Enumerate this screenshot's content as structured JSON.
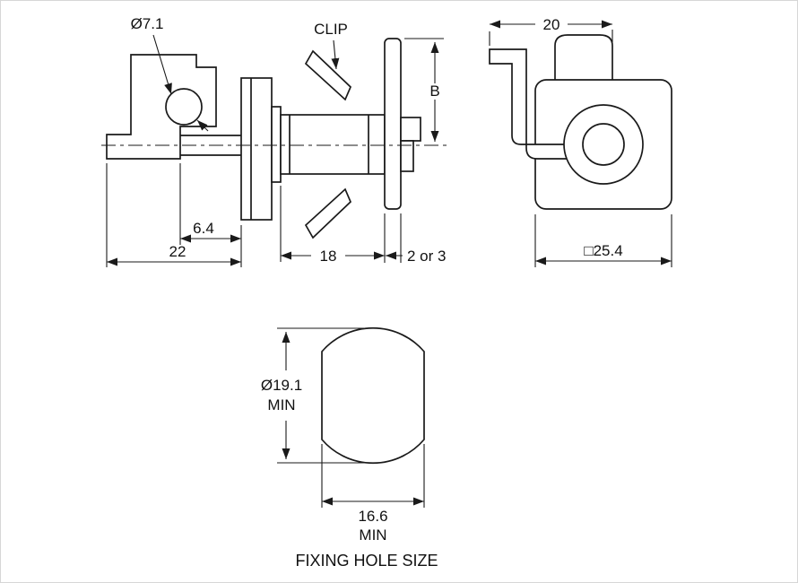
{
  "colors": {
    "line": "#1a1a1a",
    "background": "#ffffff"
  },
  "side_view": {
    "hole_diameter": "Ø7.1",
    "clip": "CLIP",
    "cam_height": "B",
    "dim_plate_gap": "6.4",
    "dim_overall": "22",
    "dim_barrel": "18",
    "dim_cam_thickness": "2 or 3"
  },
  "front_view": {
    "dim_width": "20",
    "dim_square": "□25.4"
  },
  "fixing_hole": {
    "diameter": "Ø19.1",
    "diameter_min": "MIN",
    "flat_width": "16.6",
    "flat_min": "MIN",
    "caption": "FIXING HOLE SIZE"
  }
}
